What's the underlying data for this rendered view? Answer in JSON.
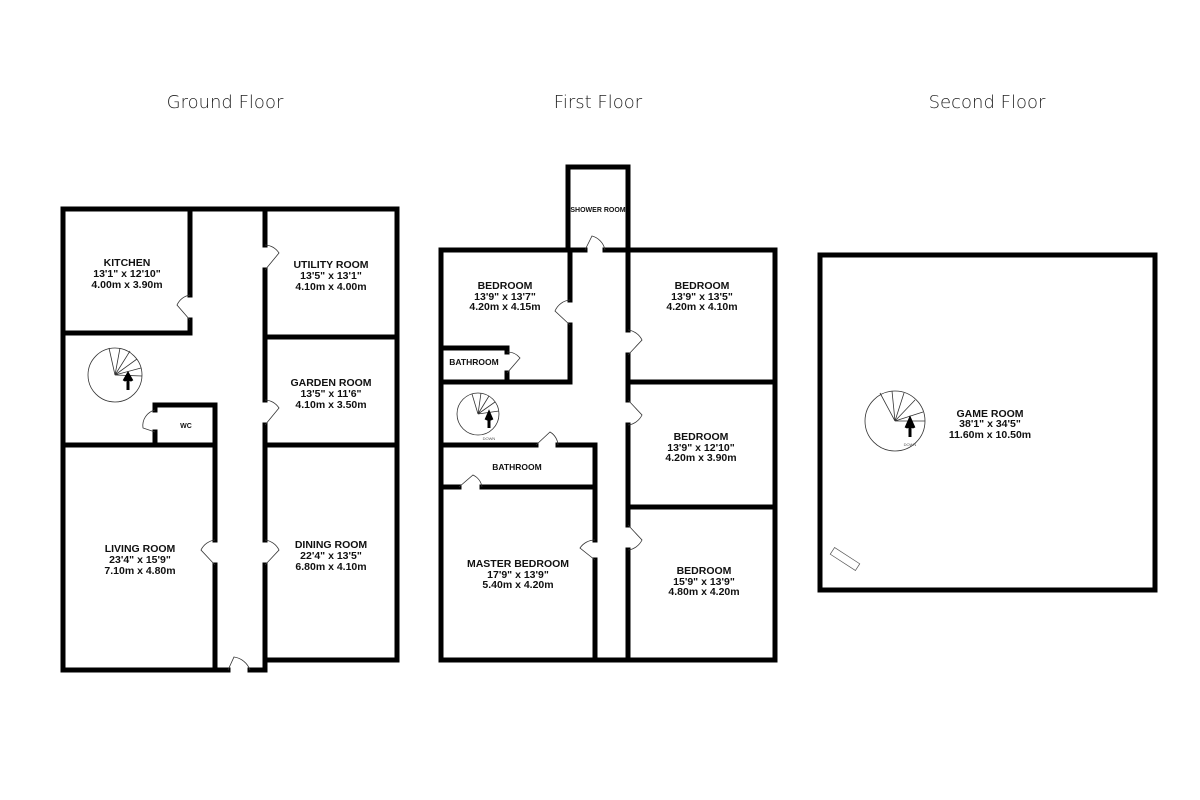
{
  "floors": [
    {
      "title": "Ground Floor",
      "rooms": [
        {
          "name": "KITCHEN",
          "imperial": "13'1\"  x 12'10\"",
          "metric": "4.00m  x 3.90m"
        },
        {
          "name": "UTILITY ROOM",
          "imperial": "13'5\"  x 13'1\"",
          "metric": "4.10m  x 4.00m"
        },
        {
          "name": "GARDEN ROOM",
          "imperial": "13'5\"  x 11'6\"",
          "metric": "4.10m  x 3.50m"
        },
        {
          "name": "LIVING ROOM",
          "imperial": "23'4\"  x 15'9\"",
          "metric": "7.10m  x 4.80m"
        },
        {
          "name": "DINING ROOM",
          "imperial": "22'4\"  x 13'5\"",
          "metric": "6.80m  x 4.10m"
        },
        {
          "name": "WC"
        }
      ]
    },
    {
      "title": "First Floor",
      "rooms": [
        {
          "name": "SHOWER ROOM"
        },
        {
          "name": "BEDROOM",
          "imperial": "13'9\"  x 13'7\"",
          "metric": "4.20m  x 4.15m"
        },
        {
          "name": "BEDROOM",
          "imperial": "13'9\"  x 13'5\"",
          "metric": "4.20m  x 4.10m"
        },
        {
          "name": "BATHROOM"
        },
        {
          "name": "BEDROOM",
          "imperial": "13'9\"  x 12'10\"",
          "metric": "4.20m  x 3.90m"
        },
        {
          "name": "BATHROOM"
        },
        {
          "name": "MASTER BEDROOM",
          "imperial": "17'9\"  x 13'9\"",
          "metric": "5.40m  x 4.20m"
        },
        {
          "name": "BEDROOM",
          "imperial": "15'9\"  x 13'9\"",
          "metric": "4.80m  x 4.20m"
        }
      ],
      "stair_label": "DOWN"
    },
    {
      "title": "Second Floor",
      "rooms": [
        {
          "name": "GAME ROOM",
          "imperial": "38'1\"  x 34'5\"",
          "metric": "11.60m  x 10.50m"
        }
      ],
      "stair_label": "DOWN"
    }
  ]
}
